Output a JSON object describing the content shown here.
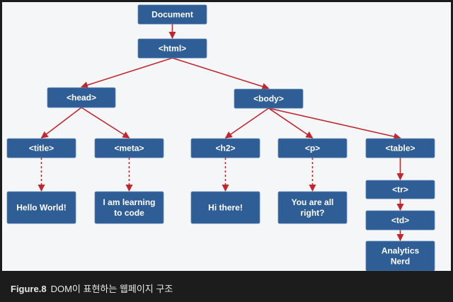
{
  "colors": {
    "node": "#2e5e95",
    "arrow": "#c0272d"
  },
  "nodes": [
    {
      "id": "document",
      "lines": [
        "Document"
      ]
    },
    {
      "id": "html",
      "lines": [
        "<html>"
      ]
    },
    {
      "id": "head",
      "lines": [
        "<head>"
      ]
    },
    {
      "id": "body",
      "lines": [
        "<body>"
      ]
    },
    {
      "id": "title",
      "lines": [
        "<title>"
      ]
    },
    {
      "id": "meta",
      "lines": [
        "<meta>"
      ]
    },
    {
      "id": "h2",
      "lines": [
        "<h2>"
      ]
    },
    {
      "id": "p",
      "lines": [
        "<p>"
      ]
    },
    {
      "id": "table",
      "lines": [
        "<table>"
      ]
    },
    {
      "id": "text-hello",
      "lines": [
        "Hello World!"
      ]
    },
    {
      "id": "text-learning",
      "lines": [
        "I am learning",
        "to code"
      ]
    },
    {
      "id": "text-hi",
      "lines": [
        "Hi there!"
      ]
    },
    {
      "id": "text-right",
      "lines": [
        "You are all",
        "right?"
      ]
    },
    {
      "id": "tr",
      "lines": [
        "<tr>"
      ]
    },
    {
      "id": "td",
      "lines": [
        "<td>"
      ]
    },
    {
      "id": "text-analytics",
      "lines": [
        "Analytics",
        "Nerd"
      ]
    }
  ],
  "edges": [
    {
      "from": "document",
      "to": "html",
      "style": "solid"
    },
    {
      "from": "html",
      "to": "head",
      "style": "solid"
    },
    {
      "from": "html",
      "to": "body",
      "style": "solid"
    },
    {
      "from": "head",
      "to": "title",
      "style": "solid"
    },
    {
      "from": "head",
      "to": "meta",
      "style": "solid"
    },
    {
      "from": "body",
      "to": "h2",
      "style": "solid"
    },
    {
      "from": "body",
      "to": "p",
      "style": "solid"
    },
    {
      "from": "body",
      "to": "table",
      "style": "solid"
    },
    {
      "from": "title",
      "to": "text-hello",
      "style": "dashed"
    },
    {
      "from": "meta",
      "to": "text-learning",
      "style": "dashed"
    },
    {
      "from": "h2",
      "to": "text-hi",
      "style": "dashed"
    },
    {
      "from": "p",
      "to": "text-right",
      "style": "dashed"
    },
    {
      "from": "table",
      "to": "tr",
      "style": "solid"
    },
    {
      "from": "tr",
      "to": "td",
      "style": "solid"
    },
    {
      "from": "td",
      "to": "text-analytics",
      "style": "solid"
    }
  ],
  "caption": {
    "label": "Figure.8",
    "text": "DOM이 표현하는 웹페이지 구조"
  }
}
